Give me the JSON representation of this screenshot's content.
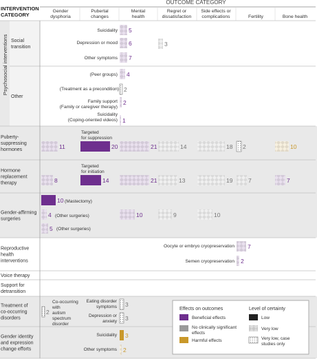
{
  "title": "OUTCOME CATEGORY",
  "left_header": [
    "INTERVENTION",
    "CATEGORY"
  ],
  "psychosocial_label": "Psychosocial interventions",
  "columns": [
    "Gender dysphoria",
    "Pubertal changes",
    "Mental health",
    "Regret or dissatisfaction",
    "Side effects or complications",
    "Fertility",
    "Bone health"
  ],
  "column_lines": [
    [
      "Gender",
      "dysphoria"
    ],
    [
      "Pubertal",
      "changes"
    ],
    [
      "Mental",
      "health"
    ],
    [
      "Regret or",
      "dissatisfaction"
    ],
    [
      "Side effects or",
      "complications"
    ],
    [
      "Fertility"
    ],
    [
      "Bone health"
    ]
  ],
  "colors": {
    "beneficial": "#6e2f8e",
    "no_effect": "#9a9a9a",
    "harmful": "#c9982a",
    "row_shade": "#e9e9e9",
    "grid": "#bfbfbf"
  },
  "rows": [
    {
      "label": [
        "Social",
        "transition"
      ],
      "group": "psychosocial"
    },
    {
      "label": [
        "Other"
      ],
      "group": "psychosocial"
    },
    {
      "label": [
        "Puberty-",
        "suppressing",
        "hormones"
      ]
    },
    {
      "label": [
        "Hormone",
        "replacement",
        "therapy"
      ]
    },
    {
      "label": [
        "Gender-affirming",
        "surgeries"
      ]
    },
    {
      "label": [
        "Reproductive",
        "health",
        "interventions"
      ]
    },
    {
      "label": [
        "Voice therapy"
      ]
    },
    {
      "label": [
        "Support for",
        "detransition"
      ]
    },
    {
      "label": [
        "Treatment of",
        "co-occurring",
        "disorders"
      ]
    },
    {
      "label": [
        "Gender identity",
        "and expression",
        "change efforts"
      ]
    }
  ],
  "annotations": [
    {
      "text": "Suicidality"
    },
    {
      "text": "Depression or mood"
    },
    {
      "text": "Other symptoms"
    },
    {
      "text": "(Peer groups)"
    },
    {
      "text": "(Treatment as a precondition)"
    },
    {
      "text": "Family support"
    },
    {
      "text": "(Family or caregiver therapy)"
    },
    {
      "text": "Suicidality"
    },
    {
      "text": "(Coping-oriented videos)"
    },
    {
      "text": "Targeted"
    },
    {
      "text": "for suppression"
    },
    {
      "text": "Targeted"
    },
    {
      "text": "for initiation"
    },
    {
      "text": "(Other surgeries)"
    },
    {
      "text": "(Other surgeries)"
    },
    {
      "text": "Oocyte or embryo cryopreservation"
    },
    {
      "text": "Semen cryopreservation"
    },
    {
      "text": "Co-occurring"
    },
    {
      "text": "with"
    },
    {
      "text": "autism"
    },
    {
      "text": "spectrum"
    },
    {
      "text": "disorder"
    },
    {
      "text": "Eating disorder"
    },
    {
      "text": "symptoms"
    },
    {
      "text": "Depression or"
    },
    {
      "text": "anxiety"
    },
    {
      "text": "Suicidality"
    },
    {
      "text": "Other symptoms"
    }
  ],
  "chart_data": {
    "type": "evidence map",
    "title": "OUTCOME CATEGORY",
    "categories": [
      "Gender dysphoria",
      "Pubertal changes",
      "Mental health",
      "Regret or dissatisfaction",
      "Side effects or complications",
      "Fertility",
      "Bone health"
    ],
    "cells": [
      {
        "row": "Social transition",
        "outcome": "Mental health",
        "sub": "Suicidality",
        "count": 5,
        "effect": "beneficial",
        "certainty": "very_low"
      },
      {
        "row": "Social transition",
        "outcome": "Mental health",
        "sub": "Depression or mood",
        "count": 6,
        "effect": "beneficial",
        "certainty": "very_low"
      },
      {
        "row": "Social transition",
        "outcome": "Mental health",
        "sub": "Other symptoms",
        "count": 7,
        "effect": "beneficial",
        "certainty": "very_low"
      },
      {
        "row": "Social transition",
        "outcome": "Regret or dissatisfaction",
        "count": 3,
        "effect": "no_effect",
        "certainty": "very_low"
      },
      {
        "row": "Other",
        "outcome": "Mental health",
        "sub": "(Peer groups)",
        "count": 4,
        "effect": "beneficial",
        "certainty": "very_low"
      },
      {
        "row": "Other",
        "outcome": "Mental health",
        "sub": "(Treatment as a precondition)",
        "count": 2,
        "effect": "no_effect",
        "certainty": "case_only"
      },
      {
        "row": "Other",
        "outcome": "Mental health",
        "sub": "Family support (Family or caregiver therapy)",
        "count": 2,
        "effect": "beneficial",
        "certainty": "very_low"
      },
      {
        "row": "Other",
        "outcome": "Mental health",
        "sub": "Suicidality (Coping-oriented videos)",
        "count": 1,
        "effect": "beneficial",
        "certainty": "very_low"
      },
      {
        "row": "Puberty-suppressing hormones",
        "outcome": "Gender dysphoria",
        "count": 11,
        "effect": "beneficial",
        "certainty": "very_low"
      },
      {
        "row": "Puberty-suppressing hormones",
        "outcome": "Pubertal changes",
        "sub": "Targeted for suppression",
        "count": 20,
        "effect": "beneficial",
        "certainty": "low"
      },
      {
        "row": "Puberty-suppressing hormones",
        "outcome": "Mental health",
        "count": 21,
        "effect": "beneficial",
        "certainty": "very_low"
      },
      {
        "row": "Puberty-suppressing hormones",
        "outcome": "Regret or dissatisfaction",
        "count": 14,
        "effect": "no_effect",
        "certainty": "very_low"
      },
      {
        "row": "Puberty-suppressing hormones",
        "outcome": "Side effects or complications",
        "count": 18,
        "effect": "no_effect",
        "certainty": "very_low"
      },
      {
        "row": "Puberty-suppressing hormones",
        "outcome": "Fertility",
        "count": 2,
        "effect": "no_effect",
        "certainty": "case_only"
      },
      {
        "row": "Puberty-suppressing hormones",
        "outcome": "Bone health",
        "count": 10,
        "effect": "harmful",
        "certainty": "very_low"
      },
      {
        "row": "Hormone replacement therapy",
        "outcome": "Gender dysphoria",
        "count": 8,
        "effect": "beneficial",
        "certainty": "very_low"
      },
      {
        "row": "Hormone replacement therapy",
        "outcome": "Pubertal changes",
        "sub": "Targeted for initiation",
        "count": 14,
        "effect": "beneficial",
        "certainty": "low"
      },
      {
        "row": "Hormone replacement therapy",
        "outcome": "Mental health",
        "count": 21,
        "effect": "beneficial",
        "certainty": "very_low"
      },
      {
        "row": "Hormone replacement therapy",
        "outcome": "Regret or dissatisfaction",
        "count": 13,
        "effect": "no_effect",
        "certainty": "very_low"
      },
      {
        "row": "Hormone replacement therapy",
        "outcome": "Side effects or complications",
        "count": 19,
        "effect": "no_effect",
        "certainty": "very_low"
      },
      {
        "row": "Hormone replacement therapy",
        "outcome": "Fertility",
        "count": 7,
        "effect": "no_effect",
        "certainty": "very_low"
      },
      {
        "row": "Hormone replacement therapy",
        "outcome": "Bone health",
        "count": 7,
        "effect": "beneficial",
        "certainty": "very_low"
      },
      {
        "row": "Gender-affirming surgeries",
        "outcome": "Gender dysphoria",
        "sub": "(Mastectomy)",
        "count": 10,
        "effect": "beneficial",
        "certainty": "low"
      },
      {
        "row": "Gender-affirming surgeries",
        "outcome": "Gender dysphoria",
        "sub": "(Other surgeries)",
        "count": 4,
        "effect": "beneficial",
        "certainty": "very_low"
      },
      {
        "row": "Gender-affirming surgeries",
        "outcome": "Gender dysphoria",
        "sub": "(Other surgeries)",
        "count": 5,
        "effect": "beneficial",
        "certainty": "very_low"
      },
      {
        "row": "Gender-affirming surgeries",
        "outcome": "Mental health",
        "count": 10,
        "effect": "beneficial",
        "certainty": "very_low"
      },
      {
        "row": "Gender-affirming surgeries",
        "outcome": "Regret or dissatisfaction",
        "count": 9,
        "effect": "no_effect",
        "certainty": "very_low"
      },
      {
        "row": "Gender-affirming surgeries",
        "outcome": "Side effects or complications",
        "count": 10,
        "effect": "no_effect",
        "certainty": "very_low"
      },
      {
        "row": "Reproductive health interventions",
        "outcome": "Fertility",
        "sub": "Oocyte or embryo cryopreservation",
        "count": 7,
        "effect": "beneficial",
        "certainty": "very_low"
      },
      {
        "row": "Reproductive health interventions",
        "outcome": "Fertility",
        "sub": "Semen cryopreservation",
        "count": 2,
        "effect": "beneficial",
        "certainty": "very_low"
      },
      {
        "row": "Treatment of co-occurring disorders",
        "outcome": "Gender dysphoria",
        "sub": "Co-occurring with autism spectrum disorder",
        "count": 2,
        "effect": "no_effect",
        "certainty": "case_only"
      },
      {
        "row": "Treatment of co-occurring disorders",
        "outcome": "Mental health",
        "sub": "Eating disorder symptoms",
        "count": 3,
        "effect": "no_effect",
        "certainty": "case_only"
      },
      {
        "row": "Treatment of co-occurring disorders",
        "outcome": "Mental health",
        "sub": "Depression or anxiety",
        "count": 3,
        "effect": "no_effect",
        "certainty": "case_only"
      },
      {
        "row": "Gender identity and expression change efforts",
        "outcome": "Mental health",
        "sub": "Suicidality",
        "count": 3,
        "effect": "harmful",
        "certainty": "low"
      },
      {
        "row": "Gender identity and expression change efforts",
        "outcome": "Mental health",
        "sub": "Other symptoms",
        "count": 2,
        "effect": "harmful",
        "certainty": "very_low"
      }
    ]
  },
  "legend": {
    "effects_title": "Effects on outcomes",
    "beneficial": "Beneficial effects",
    "no_effect": [
      "No clinically significant",
      "effects"
    ],
    "harmful": "Harmful effects",
    "certainty_title": "Level of certainty",
    "low": "Low",
    "very_low": "Very low",
    "case_only": [
      "Very low, case",
      "studies only"
    ]
  }
}
